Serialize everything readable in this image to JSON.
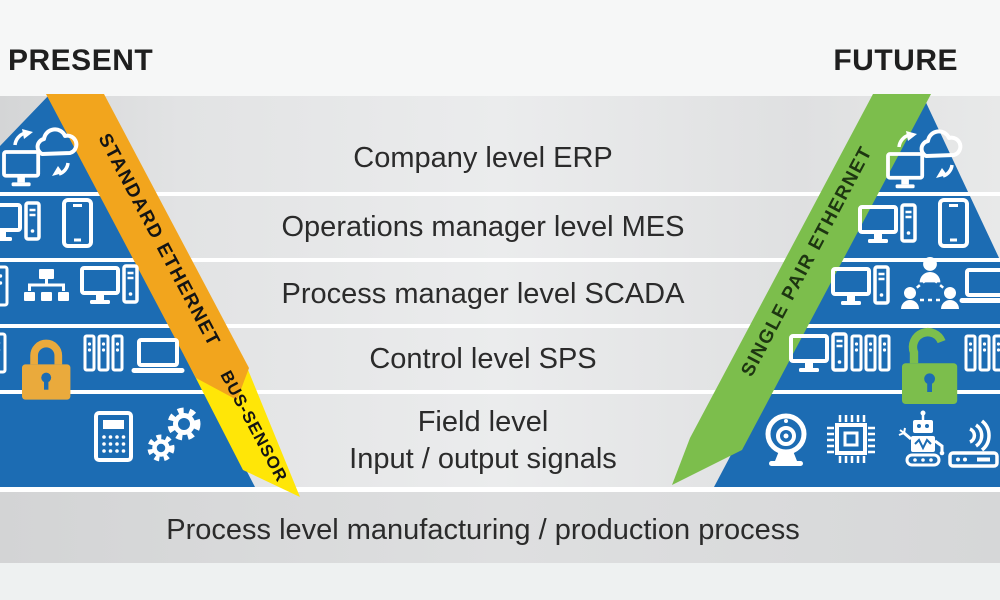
{
  "title": {
    "present": "PRESENT",
    "future": "FUTURE"
  },
  "pyramid": {
    "levels": [
      {
        "label": "Company level ERP"
      },
      {
        "label": "Operations manager level MES"
      },
      {
        "label": "Process manager level SCADA"
      },
      {
        "label": "Control level SPS"
      },
      {
        "label": "Field level",
        "sublabel": "Input / output signals"
      }
    ],
    "base": {
      "label": "Process level manufacturing / production process"
    }
  },
  "bands": {
    "standard_ethernet": {
      "label": "STANDARD ETHERNET",
      "color": "#F2A51D"
    },
    "bus_sensor": {
      "label": "BUS-SENSOR",
      "color": "#FFE607"
    },
    "single_pair_ethernet": {
      "label": "SINGLE PAIR ETHERNET",
      "color": "#7CBE4C"
    }
  },
  "colors": {
    "pyramid_blue": "#1C6CB3",
    "closed_lock_gold": "#EAAA3C",
    "open_lock_green": "#7CBE4C",
    "icon_white": "#FFFFFF",
    "level_row_gray": "#E4E5E6",
    "base_band_gray": "#D9DADB",
    "page_background": "#F6F7F7",
    "text_dark": "#2B2B2B"
  },
  "icons": {
    "present_side": [
      "cloud-computing",
      "desktop-pc",
      "smartphone",
      "server",
      "network-tree",
      "desktop-pc",
      "binders",
      "padlock-closed",
      "binders",
      "laptop",
      "calculator",
      "gears"
    ],
    "future_side": [
      "cloud-computing",
      "desktop-pc",
      "smartphone",
      "desktop-pc",
      "people-network",
      "laptop",
      "desktop-pc",
      "binders",
      "padlock-open",
      "binders",
      "webcam",
      "chip",
      "robot",
      "wifi-router"
    ]
  }
}
